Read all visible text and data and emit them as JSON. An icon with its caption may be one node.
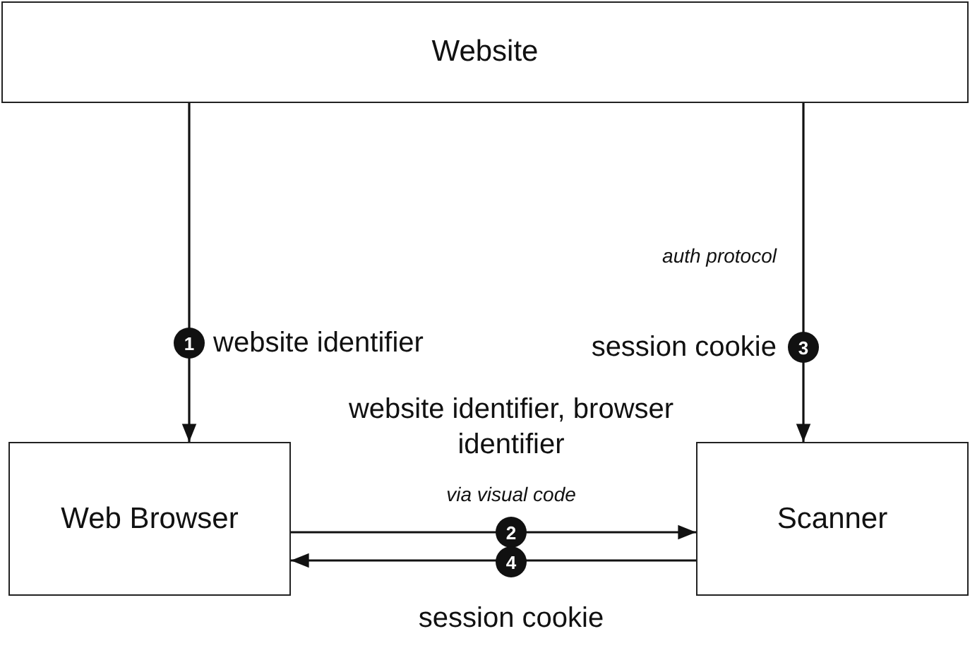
{
  "diagram": {
    "nodes": [
      {
        "text": [
          "Website"
        ]
      },
      {
        "text": [
          "Web Browser"
        ]
      },
      {
        "text": [
          "Scanner"
        ]
      }
    ],
    "edges": [
      {
        "from": 0,
        "to": 1,
        "arrow": "to",
        "label": "website identifier"
      },
      {
        "from": 0,
        "to": 2,
        "arrow": "to",
        "label": "session cookie"
      },
      {
        "from": 1,
        "to": 2,
        "arrow": "to",
        "label": "website identifier, browser identifier"
      },
      {
        "from": 2,
        "to": 1,
        "arrow": "to",
        "label": "session cookie"
      }
    ],
    "labels": [
      "auth protocol",
      "1",
      "3",
      "via visual code",
      "2",
      "4"
    ]
  }
}
